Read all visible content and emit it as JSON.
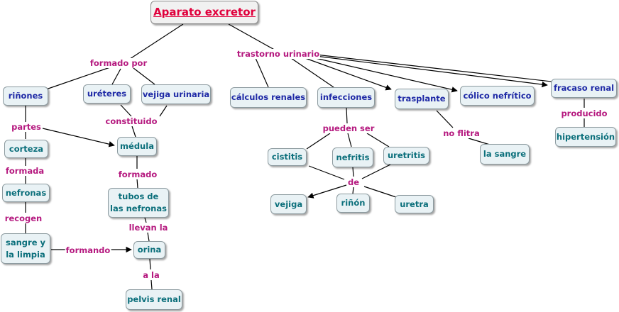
{
  "colors": {
    "node_blue": "#1f2aa6",
    "node_teal": "#0b6f7b",
    "link_text": "#b5197f",
    "root_text": "#e0003c",
    "node_bg": "#e9f2f5"
  },
  "nodes": {
    "root": "Aparato excretor",
    "rinones": "riñones",
    "ureteres": "uréteres",
    "vejiga_urinaria": "vejiga urinaria",
    "calculos": "cálculos renales",
    "infecciones": "infecciones",
    "trasplante": "trasplante",
    "colico": "cólico nefrítico",
    "fracaso": "fracaso renal",
    "corteza": "corteza",
    "medula": "médula",
    "nefronas": "nefronas",
    "tubos": "tubos de\nlas nefronas",
    "sangre_limpia": "sangre y\nla limpia",
    "orina": "orina",
    "pelvis": "pelvis renal",
    "cistitis": "cistitis",
    "nefritis": "nefritis",
    "uretritis": "uretritis",
    "vejiga": "vejiga",
    "rinon": "riñón",
    "uretra": "uretra",
    "la_sangre": "la sangre",
    "hipertension": "hipertensión"
  },
  "links": {
    "formado_por": "formado por",
    "trastorno": "trastorno urinario",
    "partes": "partes",
    "constituido": "constituido",
    "formada": "formada",
    "formado": "formado",
    "recogen": "recogen",
    "llevan": "llevan la",
    "formando": "formando",
    "a_la": "a la",
    "pueden": "pueden ser",
    "de": "de",
    "no_filtra": "no flitra",
    "producido": "producido"
  }
}
